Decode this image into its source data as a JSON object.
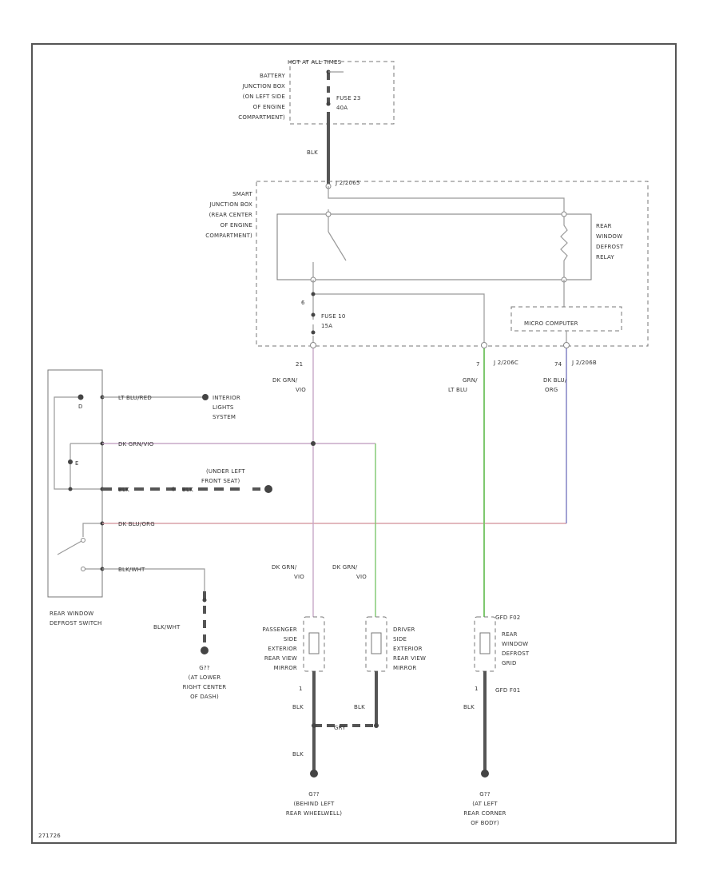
{
  "wire_colors": {
    "black": "#555555",
    "dark_green_violet": "#c7a8c7",
    "green_light_blue": "#7ec86e",
    "dark_blue_orange": "#7a7ac0",
    "dark_blue_red": "#d8a0a8",
    "grey": "#9a9a9a"
  },
  "labels": {
    "hot_at_all_times": "HOT AT ALL TIMES",
    "battery_jb": [
      "BATTERY",
      "JUNCTION BOX",
      "(ON LEFT SIDE",
      "OF ENGINE",
      "COMPARTMENT)"
    ],
    "fuse_23": [
      "FUSE 23",
      "40A"
    ],
    "blk_top": "BLK",
    "conn_j2": "J 2/2065",
    "smart_jb": [
      "SMART",
      "JUNCTION BOX",
      "(REAR CENTER",
      "OF ENGINE",
      "COMPARTMENT)"
    ],
    "relay_label": [
      "REAR",
      "WINDOW",
      "DEFROST",
      "RELAY"
    ],
    "pin_6": "6",
    "fuse_10": [
      "FUSE 10",
      "15A"
    ],
    "micro_computer": "MICRO COMPUTER",
    "pin_21": "21",
    "pin_7": "7",
    "conn_j2206c": "J 2/206C",
    "pin_74": "74",
    "conn_j2206b": "J 2/206B",
    "wire_dk_grn_vio": [
      "DK GRN/",
      "VIO"
    ],
    "wire_grn_lt_blu": [
      "GRN/",
      "LT BLU"
    ],
    "wire_dk_blu_org": [
      "DK BLU/",
      "ORG"
    ],
    "switch_wires": {
      "lt_blu_red": "LT BLU/RED",
      "dk_grn_vio": "DK GRN/VIO",
      "blk": "BLK",
      "dk_blu_org": "DK BLU/ORG",
      "blk_wht": "BLK/WHT"
    },
    "pin_d": "D",
    "pin_e": "E",
    "blk_mid": "BLK",
    "interior_lights": [
      "INTERIOR",
      "LIGHTS",
      "SYSTEM"
    ],
    "under_seat": [
      "(UNDER LEFT",
      "FRONT SEAT)"
    ],
    "rear_window_defrost_switch": [
      "REAR WINDOW",
      "DEFROST SWITCH"
    ],
    "blk_wht_vertical": "BLK/WHT",
    "g_dash": [
      "G?? ",
      "(AT LOWER",
      "RIGHT CENTER",
      "OF DASH)"
    ],
    "dk_grn_vio_left": [
      "DK GRN/",
      "VIO"
    ],
    "dk_grn_vio_right": [
      "DK GRN/",
      "VIO"
    ],
    "passenger_mirror": [
      "PASSENGER",
      "SIDE",
      "EXTERIOR",
      "REAR VIEW",
      "MIRROR"
    ],
    "driver_mirror": [
      "DRIVER",
      "SIDE",
      "EXTERIOR",
      "REAR VIEW",
      "MIRROR"
    ],
    "grid_label": [
      "REAR",
      "WINDOW",
      "DEFROST",
      "GRID"
    ],
    "conn_grid_top": "GFD F02",
    "conn_grid_bottom": "GFD F01",
    "pin_1_left": "1",
    "pin_1_grid": "1",
    "blk_left": "BLK",
    "blk_right": "BLK",
    "blk_grid": "BLK",
    "gry": "GRY",
    "blk_bottom": "BLK",
    "g_wheel": [
      "G??",
      "(BEHIND LEFT",
      "REAR WHEELWELL)"
    ],
    "g_corner": [
      "G??",
      "(AT LEFT",
      "REAR CORNER",
      "OF BODY)"
    ],
    "fig_id": "271726"
  }
}
